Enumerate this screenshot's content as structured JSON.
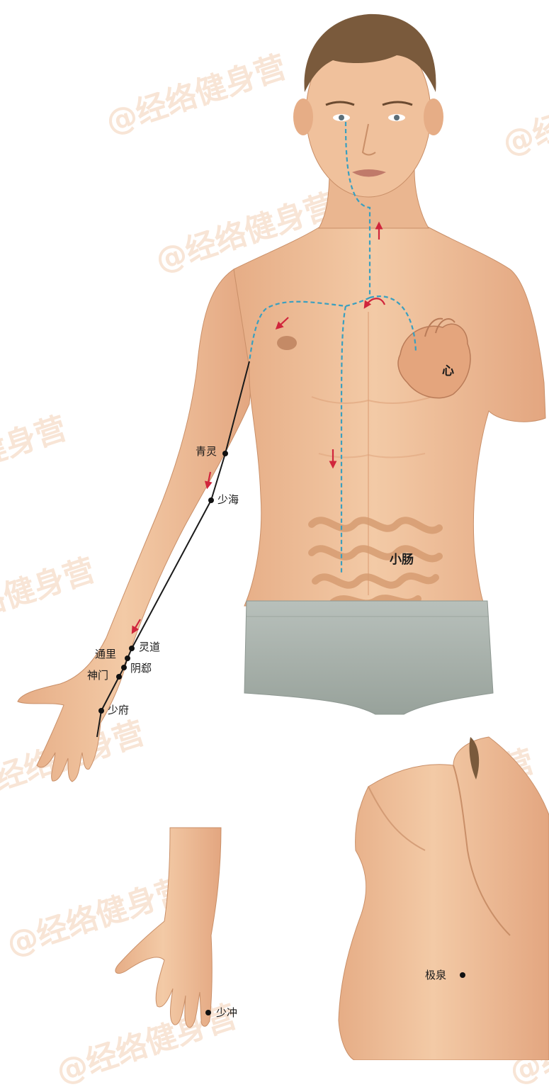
{
  "watermark": "@经络健身营",
  "colors": {
    "skin": "#eec09a",
    "skin_shade": "#dea27a",
    "hair": "#7a5a3c",
    "shorts": "#aab3ad",
    "meridian_surface": "#1a1a1a",
    "meridian_internal": "#3a9fbf",
    "arrow": "#d0253c",
    "watermark": "#e8aa78"
  },
  "labels": {
    "heart": "心",
    "small_intestine": "小肠"
  },
  "acupoints": [
    {
      "id": "qingling",
      "name": "青灵"
    },
    {
      "id": "shaohai",
      "name": "少海"
    },
    {
      "id": "lingdao",
      "name": "灵道"
    },
    {
      "id": "tongli",
      "name": "通里"
    },
    {
      "id": "yinxi",
      "name": "阴郄"
    },
    {
      "id": "shenmen",
      "name": "神门"
    },
    {
      "id": "shaofu",
      "name": "少府"
    },
    {
      "id": "shaochong",
      "name": "少冲"
    },
    {
      "id": "jiquan",
      "name": "极泉"
    }
  ]
}
